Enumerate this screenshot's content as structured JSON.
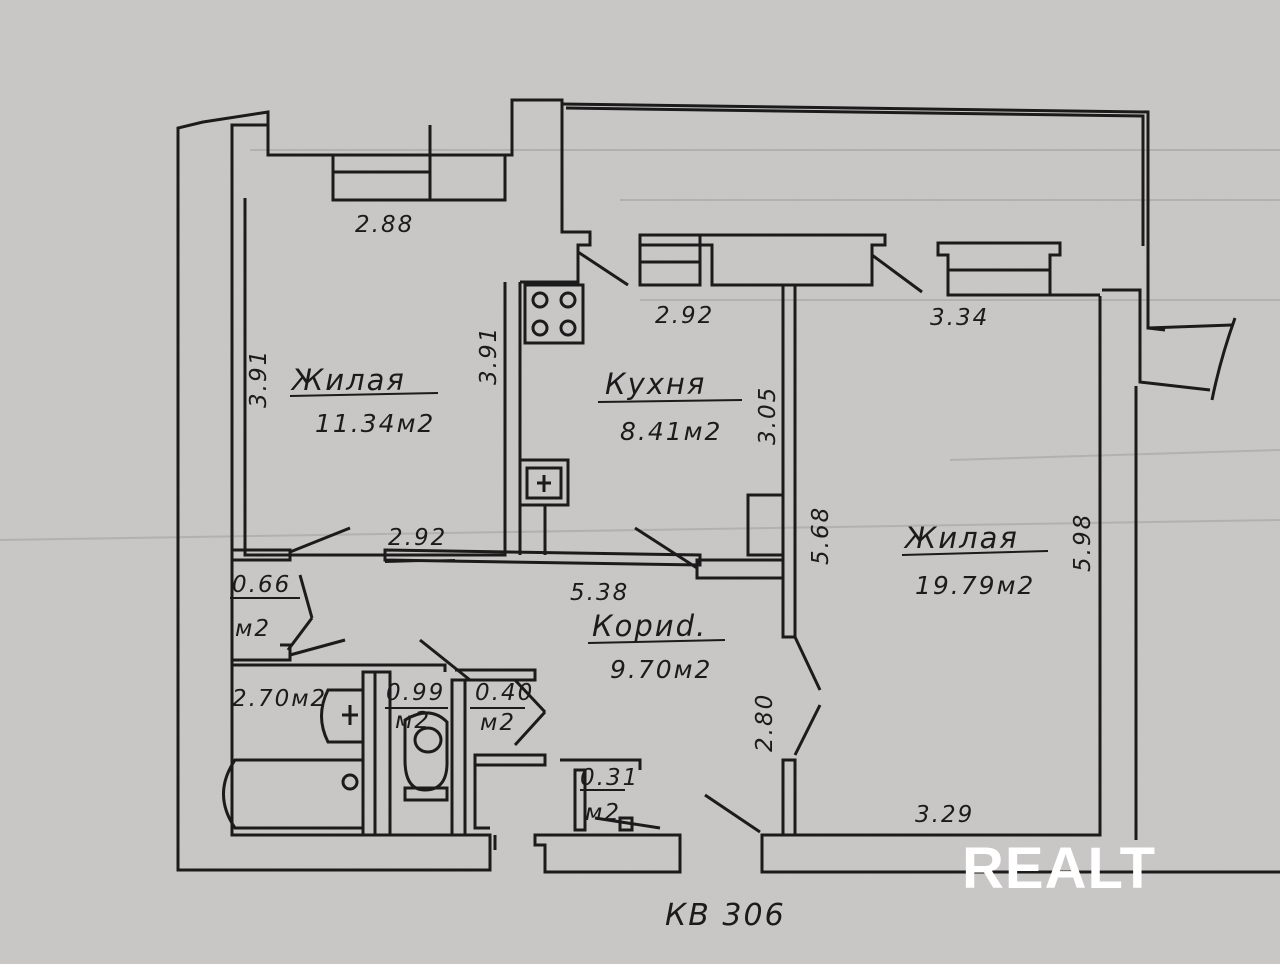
{
  "plan": {
    "apartment_label": "КВ 306",
    "watermark": "REALT",
    "rooms": {
      "living_small": {
        "name": "Жилая",
        "area": "11.34м2"
      },
      "kitchen": {
        "name": "Кухня",
        "area": "8.41м2"
      },
      "living_large": {
        "name": "Жилая",
        "area": "19.79м2"
      },
      "corridor": {
        "name": "Кориd.",
        "area": "9.70м2"
      },
      "closet": {
        "area_value": "0.66",
        "area_unit": "м2"
      },
      "bathroom": {
        "area": "2.70м2"
      },
      "toilet": {
        "area_value": "0.99",
        "area_unit": "м2"
      },
      "storage_a": {
        "area_value": "0.40",
        "area_unit": "м2"
      },
      "storage_b": {
        "area_value": "0.31",
        "area_unit": "м2"
      }
    },
    "dimensions": {
      "living_small_top": "2.88",
      "living_small_left": "3.91",
      "living_small_right": "3.91",
      "living_small_bottom": "2.92",
      "kitchen_top": "2.92",
      "kitchen_right": "3.05",
      "living_large_top": "3.34",
      "living_large_left": "5.68",
      "living_large_right": "5.98",
      "living_large_bottom": "3.29",
      "corridor_top": "5.38",
      "corridor_side": "2.80"
    }
  },
  "colors": {
    "paper": "#c9c7c6",
    "ink": "#1b1b1b",
    "watermark": "#ffffff"
  }
}
